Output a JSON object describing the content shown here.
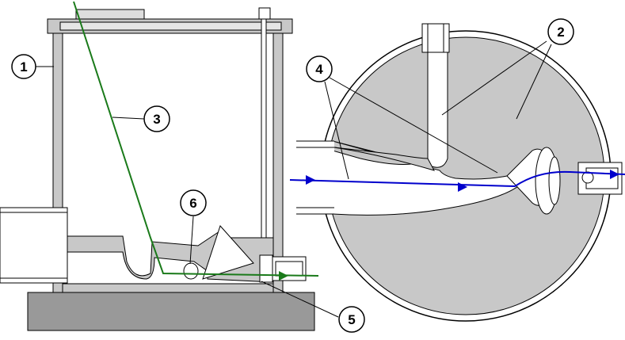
{
  "callouts": {
    "c1": "1",
    "c2": "2",
    "c3": "3",
    "c4": "4",
    "c5": "5",
    "c6": "6"
  },
  "colors": {
    "gray_fill": "#c8c8c8",
    "dark_base": "#999999",
    "green_line": "#1a7a1a",
    "blue_line": "#0000cc",
    "outline": "#000000"
  }
}
